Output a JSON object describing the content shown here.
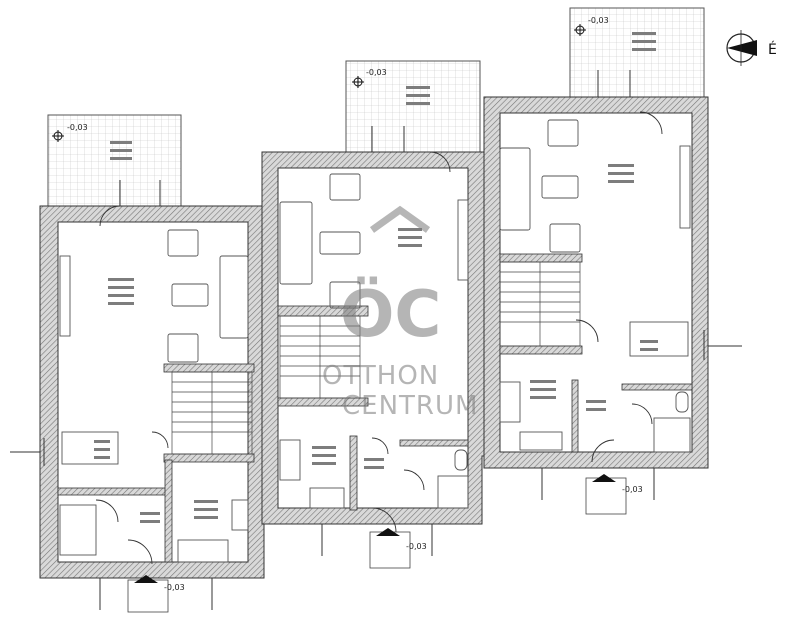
{
  "watermark": {
    "logo": "ÖC",
    "line1": "OTTHON",
    "line2": "CENTRUM"
  },
  "north_arrow": {
    "label": "É"
  },
  "elevations": [
    {
      "id": "lvl-terrace-left",
      "text": "-0,03"
    },
    {
      "id": "lvl-terrace-mid",
      "text": "-0,03"
    },
    {
      "id": "lvl-terrace-right",
      "text": "-0,03"
    },
    {
      "id": "lvl-entry-left",
      "text": "-0,03"
    },
    {
      "id": "lvl-entry-mid",
      "text": "-0,03"
    },
    {
      "id": "lvl-entry-right",
      "text": "-0,03"
    }
  ],
  "colors": {
    "wall": "#8a8a8a",
    "line": "#333333",
    "grid": "#bdbdbd",
    "label_bar": "#7d7d7d"
  }
}
